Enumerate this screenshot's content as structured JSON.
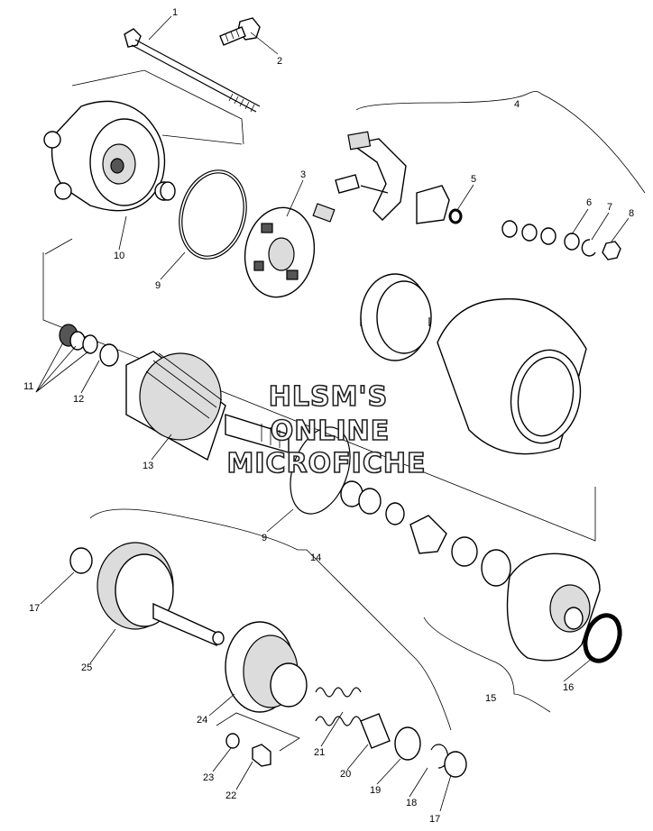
{
  "watermark": {
    "line1": "HLSM'S",
    "line2": "ONLINE",
    "line3": "MICROFICHE"
  },
  "callouts": {
    "n1": "1",
    "n2": "2",
    "n3": "3",
    "n4": "4",
    "n5": "5",
    "n6": "6",
    "n7": "7",
    "n8": "8",
    "n9a": "9",
    "n9b": "9",
    "n10": "10",
    "n11": "11",
    "n12": "12",
    "n13": "13",
    "n14": "14",
    "n15": "15",
    "n16": "16",
    "n17a": "17",
    "n17b": "17",
    "n18": "18",
    "n19": "19",
    "n20": "20",
    "n21": "21",
    "n22": "22",
    "n23": "23",
    "n24": "24",
    "n25": "25"
  }
}
